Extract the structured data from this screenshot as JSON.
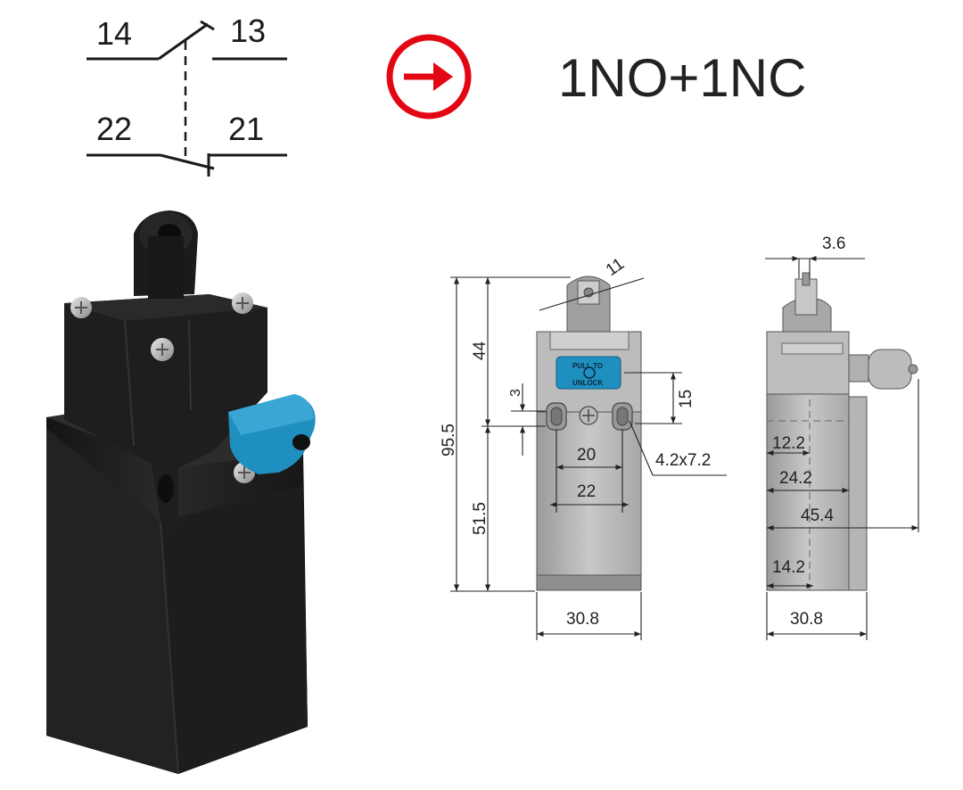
{
  "contacts": {
    "no_left": "14",
    "no_right": "13",
    "nc_left": "22",
    "nc_right": "21"
  },
  "contact_type": "1NO+1NC",
  "icon": {
    "name": "positive-opening-arrow-icon",
    "color": "#e30613"
  },
  "product": {
    "body_color": "#1c1c1c",
    "actuator_color": "#1f8fc0"
  },
  "front_view": {
    "height_total": "95.5",
    "height_top": "44",
    "height_bottom": "51.5",
    "roller_width": "11",
    "slot_offset": "3",
    "slot_height": "15",
    "hole_spacing_inner": "20",
    "hole_spacing_outer": "22",
    "slot_size": "4.2x7.2",
    "width": "30.8",
    "label_line1": "PULL TO",
    "label_line2": "UNLOCK"
  },
  "side_view": {
    "plunger_width": "3.6",
    "dim_a": "12.2",
    "dim_b": "24.2",
    "dim_c": "45.4",
    "dim_d": "14.2",
    "width": "30.8"
  }
}
